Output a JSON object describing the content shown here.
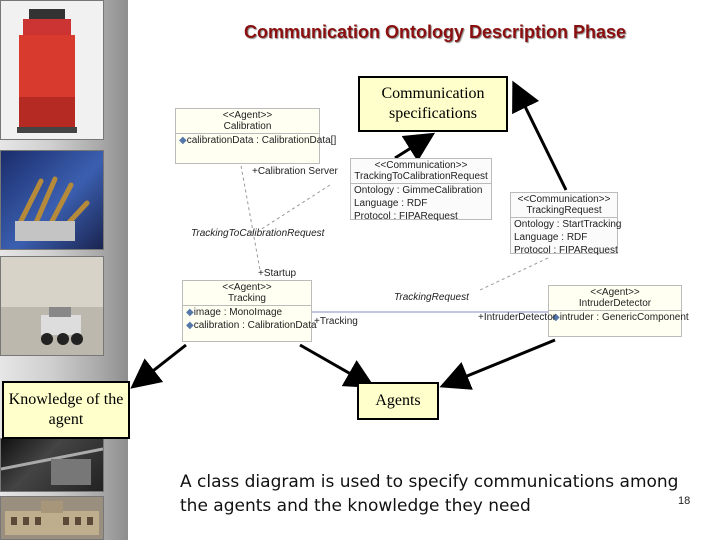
{
  "title": "Communication Ontology Description Phase",
  "callouts": {
    "comm_spec": "Communication specifications",
    "knowledge": "Knowledge of the agent",
    "agents": "Agents"
  },
  "uml": {
    "calibration": {
      "stereotype": "<<Agent>>",
      "name": "Calibration",
      "attributes": [
        "calibrationData : CalibrationData[]"
      ]
    },
    "tracking_to_calibration_request": {
      "stereotype": "<<Communication>>",
      "name": "TrackingToCalibrationRequest",
      "attributes": [
        "Ontology : GimmeCalibration",
        "Language : RDF",
        "Protocol : FIPARequest"
      ]
    },
    "tracking_request": {
      "stereotype": "<<Communication>>",
      "name": "TrackingRequest",
      "attributes": [
        "Ontology : StartTracking",
        "Language : RDF",
        "Protocol : FIPARequest"
      ]
    },
    "tracking": {
      "stereotype": "<<Agent>>",
      "name": "Tracking",
      "attributes": [
        "image : MonoImage",
        "calibration : CalibrationData"
      ]
    },
    "intruder_detector": {
      "stereotype": "<<Agent>>",
      "name": "IntruderDetector",
      "attributes": [
        "intruder : GenericComponent"
      ]
    }
  },
  "labels": {
    "calibration_server": "+Calibration Server",
    "tracking_to_calibration_request": "TrackingToCalibrationRequest",
    "startup": "+Startup",
    "tracking_request": "TrackingRequest",
    "plus_tracking": "+Tracking",
    "plus_intruder_detector": "+IntruderDetector"
  },
  "caption": "A class diagram is used to specify communications among the agents and the knowledge they need",
  "page_number": "18",
  "colors": {
    "title": "#8b0f0f",
    "callout_fill": "#ffffcc",
    "association": "#8888cc"
  },
  "icons": [
    "robot-photo",
    "robotic-hand-photo",
    "mobile-robot-photo",
    "camera-feed-photo",
    "building-photo",
    "attribute-icon"
  ]
}
